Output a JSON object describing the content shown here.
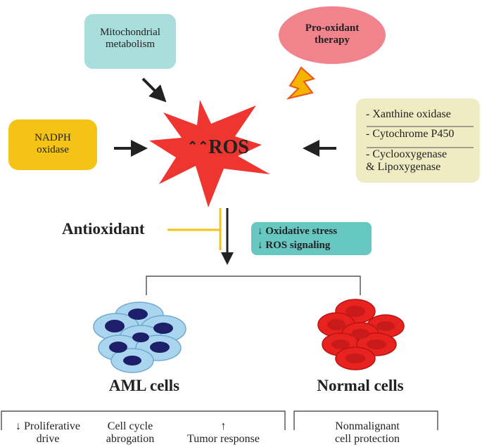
{
  "sources": {
    "mitochondrial": {
      "line1": "Mitochondrial",
      "line2": "metabolism"
    },
    "pro_oxidant": {
      "line1": "Pro-oxidant",
      "line2": "therapy"
    },
    "nadph": {
      "line1": "NADPH",
      "line2": "oxidase"
    },
    "enzymes": [
      "- Xanthine oxidase",
      "- Cytochrome P450",
      "- Cyclooxygenase",
      "& Lipoxygenase"
    ]
  },
  "center": {
    "arrows": "⌃⌃",
    "label": "ROS"
  },
  "antioxidant": {
    "label": "Antioxidant",
    "effects": [
      {
        "arrow": "↓",
        "text": "Oxidative stress"
      },
      {
        "arrow": "↓",
        "text": "ROS signaling"
      }
    ]
  },
  "targets": {
    "aml": {
      "label": "AML cells",
      "outcomes": [
        {
          "arrow": "↓",
          "line1": "Proliferative",
          "line2": "drive"
        },
        {
          "line1": "Cell cycle",
          "line2": "abrogation"
        },
        {
          "arrow": "↑",
          "line2": "Tumor response"
        }
      ]
    },
    "normal": {
      "label": "Normal cells",
      "outcomes": [
        {
          "line1": "Nonmalignant",
          "line2": "cell protection"
        }
      ]
    }
  },
  "colors": {
    "mito_box": "#a9dedd",
    "pro_oxidant": "#f0838c",
    "nadph_box": "#f5c316",
    "enzyme_box": "#efebc2",
    "ros_star": "#ee3530",
    "antioxidant_line": "#f2c21b",
    "effect_box": "#66c8c0",
    "aml_cell": "#a9d6ee",
    "aml_nucleus": "#1d1f6b",
    "normal_cell": "#e8231f"
  }
}
